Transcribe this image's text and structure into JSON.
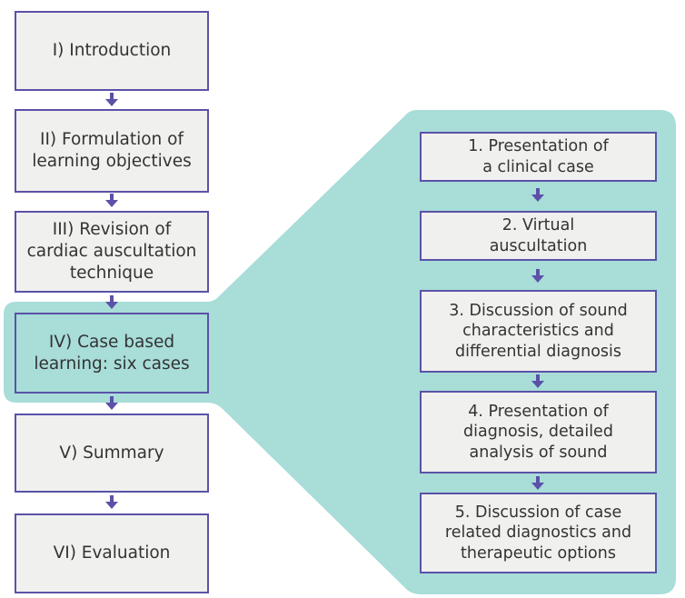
{
  "colors": {
    "box_border": "#5b52a8",
    "box_fill": "#f0f0ee",
    "highlight_fill": "#a8ddd8",
    "arrow": "#5b52a8",
    "text": "#333333"
  },
  "main_steps": [
    {
      "label": "I) Introduction"
    },
    {
      "label": "II) Formulation of\nlearning objectives"
    },
    {
      "label": "III) Revision of\ncardiac auscultation\ntechnique"
    },
    {
      "label": "IV) Case based\nlearning: six cases",
      "highlighted": true
    },
    {
      "label": "V) Summary"
    },
    {
      "label": "VI) Evaluation"
    }
  ],
  "sub_steps": [
    {
      "label": "1. Presentation of\na clinical case"
    },
    {
      "label": "2. Virtual\nauscultation"
    },
    {
      "label": "3. Discussion of sound\ncharacteristics and\ndifferential diagnosis"
    },
    {
      "label": "4. Presentation of\ndiagnosis, detailed\nanalysis of sound"
    },
    {
      "label": "5. Discussion of case\nrelated diagnostics and\ntherapeutic options"
    }
  ],
  "icons": {
    "flow_arrow": "arrow-down-icon"
  }
}
